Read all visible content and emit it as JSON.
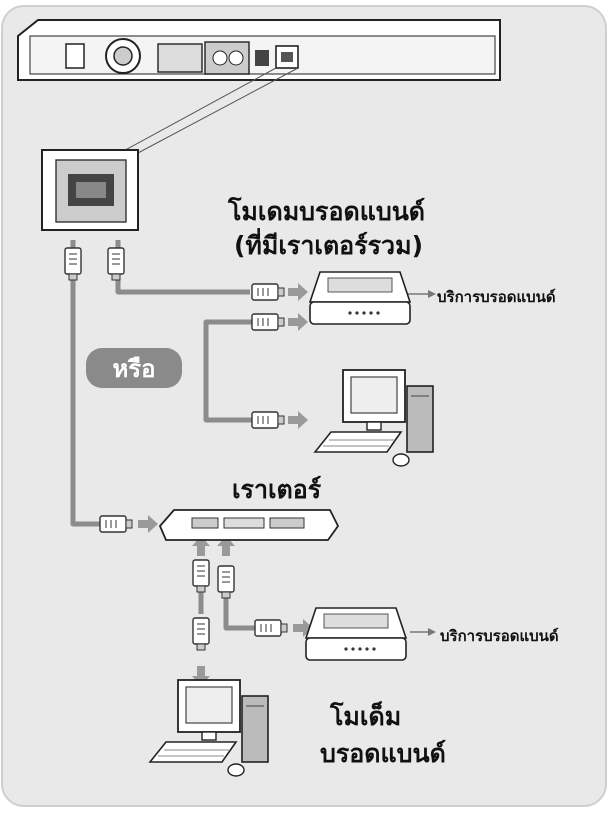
{
  "labels": {
    "modem_router_line1": "โมเดมบรอดแบนด์",
    "modem_router_line2": "(ที่มีเราเตอร์รวม)",
    "broadband_service_1": "บริการบรอดแบนด์",
    "or": "หรือ",
    "router": "เราเตอร์",
    "broadband_service_2": "บริการบรอดแบนด์",
    "modem_line1": "โมเด็ม",
    "modem_line2": "บรอดแบนด์"
  },
  "colors": {
    "panel": "#e9e9e9",
    "cable": "#8c8c8c",
    "arrow": "#9a9a9a",
    "badge": "#8a8a8a"
  }
}
